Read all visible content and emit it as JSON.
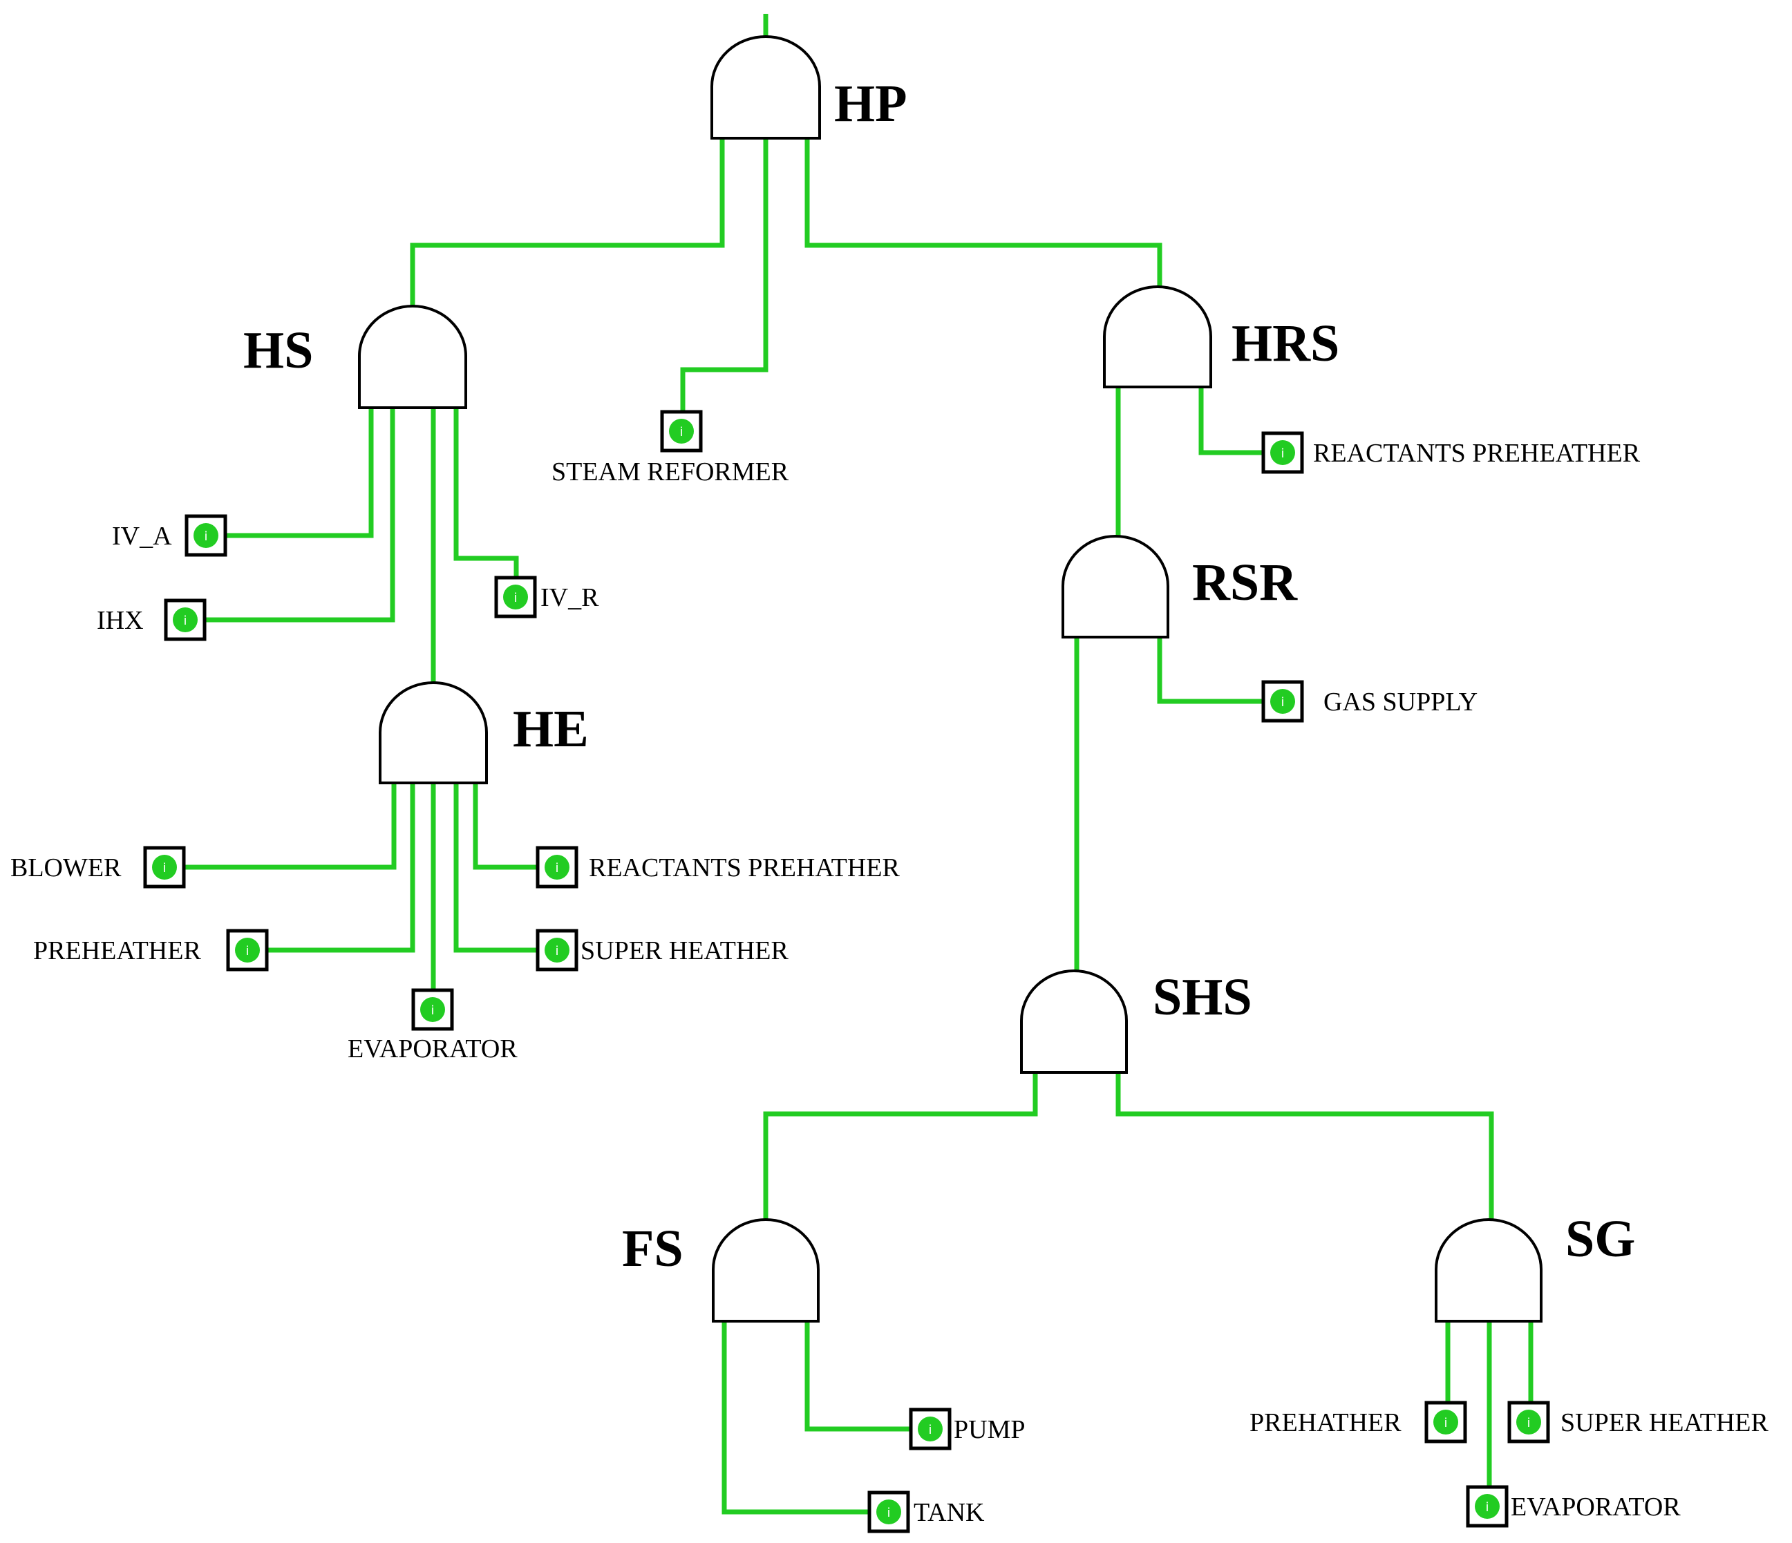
{
  "colors": {
    "wire": "#22cc22",
    "gate_stroke": "#000000",
    "gate_fill": "#ffffff",
    "event_dot": "#22cc22"
  },
  "gates": {
    "HP": {
      "label": "HP"
    },
    "HS": {
      "label": "HS"
    },
    "HRS": {
      "label": "HRS"
    },
    "HE": {
      "label": "HE"
    },
    "RSR": {
      "label": "RSR"
    },
    "SHS": {
      "label": "SHS"
    },
    "FS": {
      "label": "FS"
    },
    "SG": {
      "label": "SG"
    }
  },
  "basic_events": {
    "steam_reformer": "STEAM REFORMER",
    "hrs_reactants_preheather": "REACTANTS PREHEATHER",
    "iv_a": "IV_A",
    "ihx": "IHX",
    "iv_r": "IV_R",
    "gas_supply": "GAS SUPPLY",
    "blower": "BLOWER",
    "he_reactants_prehather": "REACTANTS PREHATHER",
    "he_preheather": "PREHEATHER",
    "he_super_heather": "SUPER HEATHER",
    "he_evaporator": "EVAPORATOR",
    "pump": "PUMP",
    "tank": "TANK",
    "sg_prehather": "PREHATHER",
    "sg_super_heather": "SUPER HEATHER",
    "sg_evaporator": "EVAPORATOR"
  },
  "event_marker": "i"
}
